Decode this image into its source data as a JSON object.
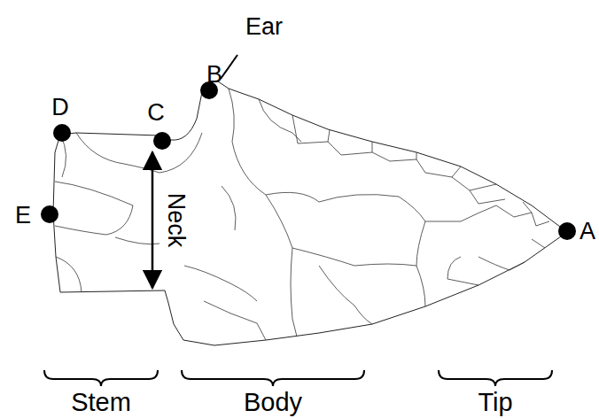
{
  "diagram": {
    "labels": [
      "Ear",
      "B",
      "D",
      "C",
      "E",
      "Neck",
      "A",
      "Stem",
      "Body",
      "Tip"
    ]
  }
}
